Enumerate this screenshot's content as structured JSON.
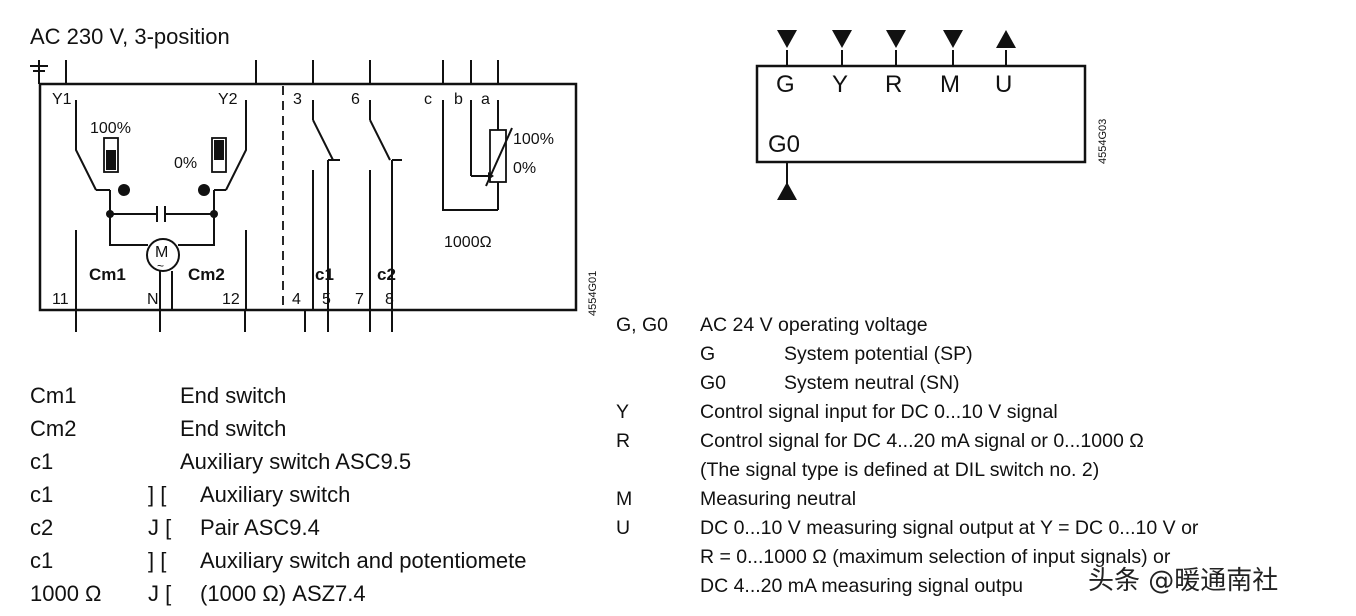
{
  "left_diagram": {
    "title": "AC 230 V, 3-position",
    "top_labels": [
      "Y1",
      "Y2",
      "3",
      "6",
      "c",
      "b",
      "a"
    ],
    "bottom_labels": [
      "11",
      "N",
      "12",
      "4",
      "5",
      "7",
      "8"
    ],
    "inner_labels": {
      "pct100_left": "100%",
      "pct0_left": "0%",
      "motor": "M",
      "cm1": "Cm1",
      "cm2": "Cm2",
      "c1": "c1",
      "c2": "c2",
      "pot_100": "100%",
      "pot_0": "0%",
      "resistance": "1000Ω"
    },
    "drawing_code": "4554G01"
  },
  "right_diagram": {
    "terminals": [
      "G",
      "Y",
      "R",
      "M",
      "U"
    ],
    "g0_label": "G0",
    "drawing_code": "4554G03"
  },
  "left_legend": [
    {
      "code": "Cm1",
      "bracket": "",
      "desc": "End switch"
    },
    {
      "code": "Cm2",
      "bracket": "",
      "desc": "End switch"
    },
    {
      "code": "c1",
      "bracket": "",
      "desc": "Auxiliary switch ASC9.5"
    },
    {
      "code": "c1",
      "bracket": "]  [",
      "desc": "Auxiliary switch"
    },
    {
      "code": "c2",
      "bracket": "J  [",
      "desc": "Pair ASC9.4"
    },
    {
      "code": "c1",
      "bracket": "]  [",
      "desc": "Auxiliary switch and potentiomete"
    },
    {
      "code": "1000 Ω",
      "bracket": "J  [",
      "desc": "(1000 Ω) ASZ7.4"
    }
  ],
  "right_legend": [
    {
      "code": "G, G0",
      "desc": "AC 24 V operating voltage",
      "indent": false
    },
    {
      "code": "G",
      "desc": "System potential (SP)",
      "indent": true
    },
    {
      "code": "G0",
      "desc": "System neutral (SN)",
      "indent": true
    },
    {
      "code": "Y",
      "desc": "Control signal input for DC 0...10 V signal",
      "indent": false
    },
    {
      "code": "R",
      "desc": "Control signal for DC 4...20 mA signal or 0...1000 Ω",
      "indent": false
    },
    {
      "code": "",
      "desc": "(The signal type is defined at DIL switch no. 2)",
      "indent": false
    },
    {
      "code": "M",
      "desc": "Measuring neutral",
      "indent": false
    },
    {
      "code": "U",
      "desc": "DC 0...10 V measuring signal output at Y = DC 0...10 V or",
      "indent": false
    },
    {
      "code": "",
      "desc": "R = 0...1000 Ω (maximum selection of input signals) or",
      "indent": false
    },
    {
      "code": "",
      "desc": "DC 4...20 mA measuring signal outpu",
      "indent": false
    }
  ],
  "watermark": "头条 @暖通南社"
}
